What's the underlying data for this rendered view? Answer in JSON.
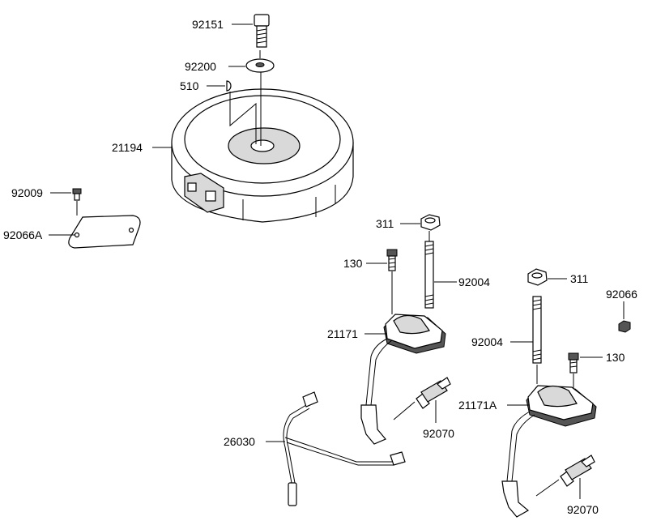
{
  "labels": {
    "bolt": "92151",
    "washer": "92200",
    "key": "510",
    "flywheel": "21194",
    "screw_plate": "92009",
    "plate": "92066A",
    "nut_left": "311",
    "bolt_left": "130",
    "stud_left": "92004",
    "coil_left": "21171",
    "plug_left": "92070",
    "harness": "26030",
    "nut_right": "311",
    "nut_small": "92066",
    "stud_right": "92004",
    "bolt_right": "130",
    "coil_right": "21171A",
    "plug_right": "92070"
  }
}
